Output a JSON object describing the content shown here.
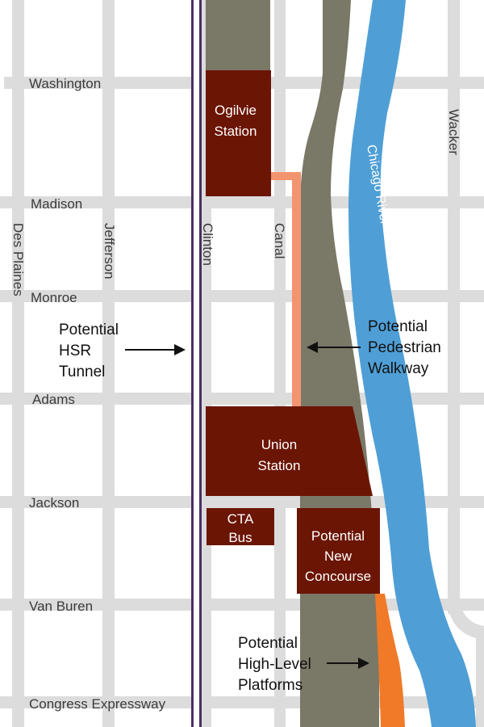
{
  "streets": {
    "washington": "Washington",
    "madison": "Madison",
    "monroe": "Monroe",
    "adams": "Adams",
    "jackson": "Jackson",
    "van_buren": "Van Buren",
    "congress": "Congress Expressway",
    "des_plaines": "Des Plaines",
    "jefferson": "Jefferson",
    "clinton": "Clinton",
    "canal": "Canal",
    "wacker": "Wacker"
  },
  "river": {
    "name": "Chicago River"
  },
  "buildings": {
    "ogilvie": [
      "Ogilvie",
      "Station"
    ],
    "union": [
      "Union",
      "Station"
    ],
    "cta_bus": [
      "CTA",
      "Bus"
    ],
    "new_concourse": [
      "Potential",
      "New",
      "Concourse"
    ]
  },
  "annotations": {
    "hsr_tunnel": [
      "Potential",
      "HSR",
      "Tunnel"
    ],
    "pedestrian_walkway": [
      "Potential",
      "Pedestrian",
      "Walkway"
    ],
    "high_level_platforms": [
      "Potential",
      "High-Level",
      "Platforms"
    ]
  },
  "colors": {
    "street": "#dcdcdc",
    "rail_yard": "#7a7866",
    "river": "#4f9fd6",
    "building": "#6b1505",
    "walkway": "#f39470",
    "platform": "#f07a28",
    "tunnel": "#4a2f63",
    "background": "#ffffff"
  }
}
